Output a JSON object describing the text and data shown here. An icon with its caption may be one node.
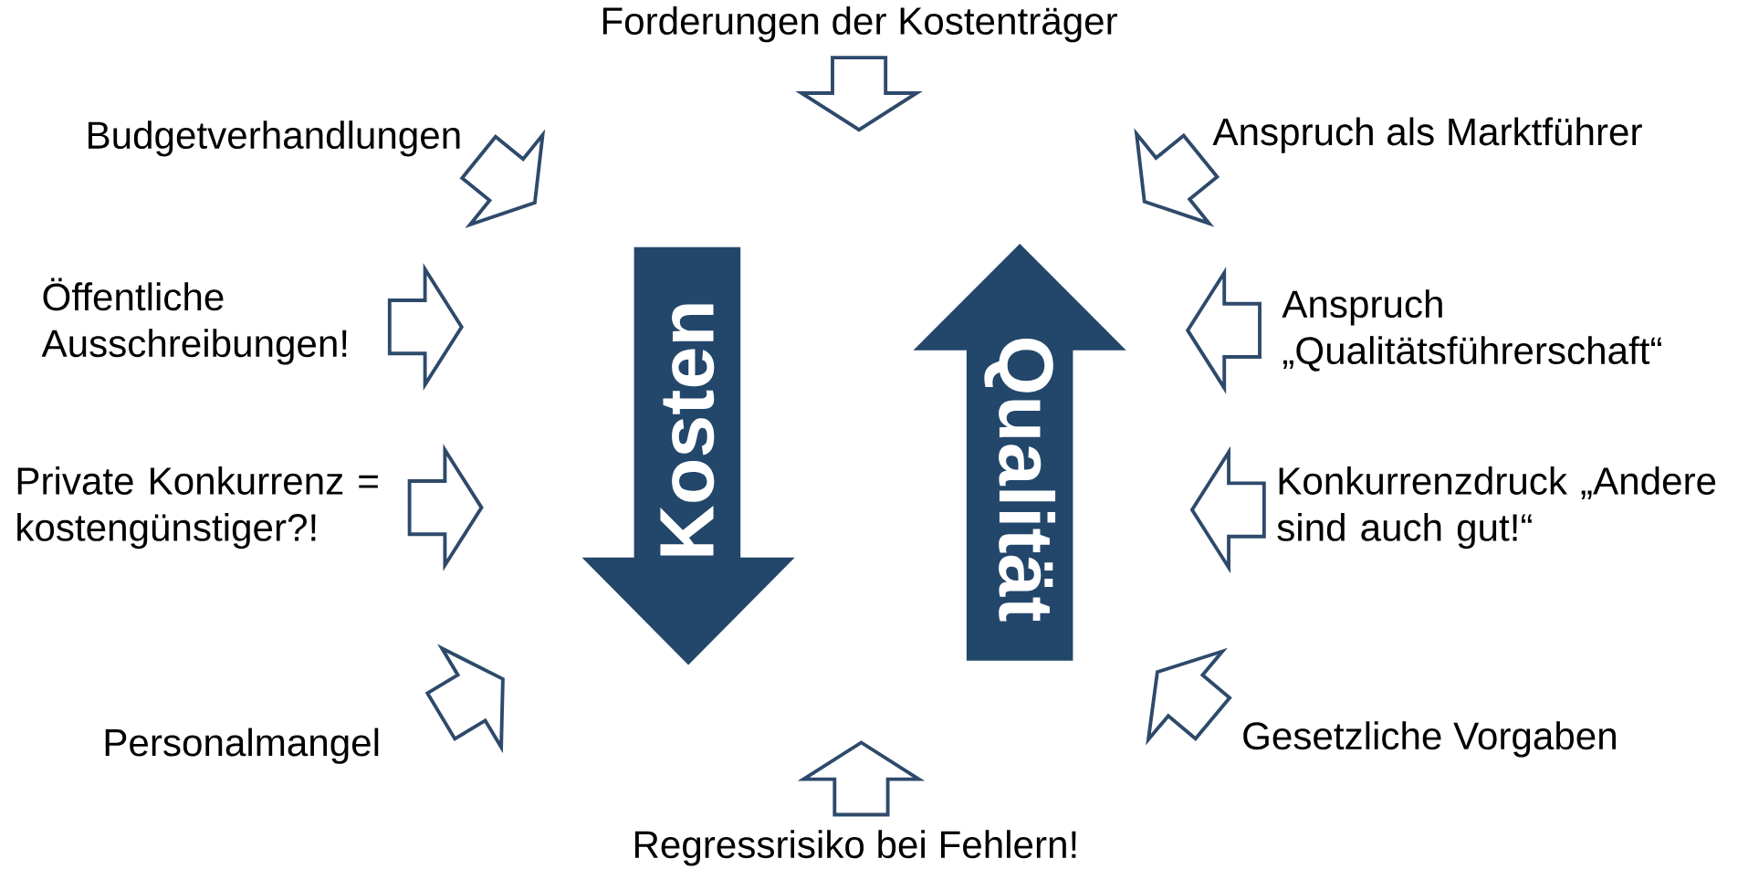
{
  "diagram": {
    "nodes": [
      {
        "text": [
          "Forderungen der Kostenträger"
        ]
      },
      {
        "text": [
          "Budgetverhandlungen"
        ]
      },
      {
        "text": [
          "Anspruch als Marktführer"
        ]
      },
      {
        "text": [
          "Öffentliche Ausschreibungen!"
        ]
      },
      {
        "text": [
          "Anspruch „Qualitätsführerschaft“"
        ]
      },
      {
        "text": [
          "Private Konkurrenz = kostengünstiger?!"
        ]
      },
      {
        "text": [
          "Konkurrenzdruck „Andere sind auch gut!“"
        ]
      },
      {
        "text": [
          "Personalmangel"
        ]
      },
      {
        "text": [
          "Gesetzliche Vorgaben"
        ]
      },
      {
        "text": [
          "Regressrisiko bei Fehlern!"
        ]
      },
      {
        "text": [
          "Kosten"
        ]
      },
      {
        "text": [
          "Qualität"
        ]
      }
    ],
    "edges": [
      {
        "from": 0,
        "to": null,
        "arrow": "to"
      },
      {
        "from": 1,
        "to": null,
        "arrow": "to"
      },
      {
        "from": 2,
        "to": null,
        "arrow": "to"
      },
      {
        "from": 3,
        "to": null,
        "arrow": "to"
      },
      {
        "from": 4,
        "to": null,
        "arrow": "to"
      },
      {
        "from": 5,
        "to": null,
        "arrow": "to"
      },
      {
        "from": 6,
        "to": null,
        "arrow": "to"
      },
      {
        "from": 7,
        "to": null,
        "arrow": "to"
      },
      {
        "from": 8,
        "to": null,
        "arrow": "to"
      },
      {
        "from": 9,
        "to": null,
        "arrow": "to"
      }
    ]
  }
}
